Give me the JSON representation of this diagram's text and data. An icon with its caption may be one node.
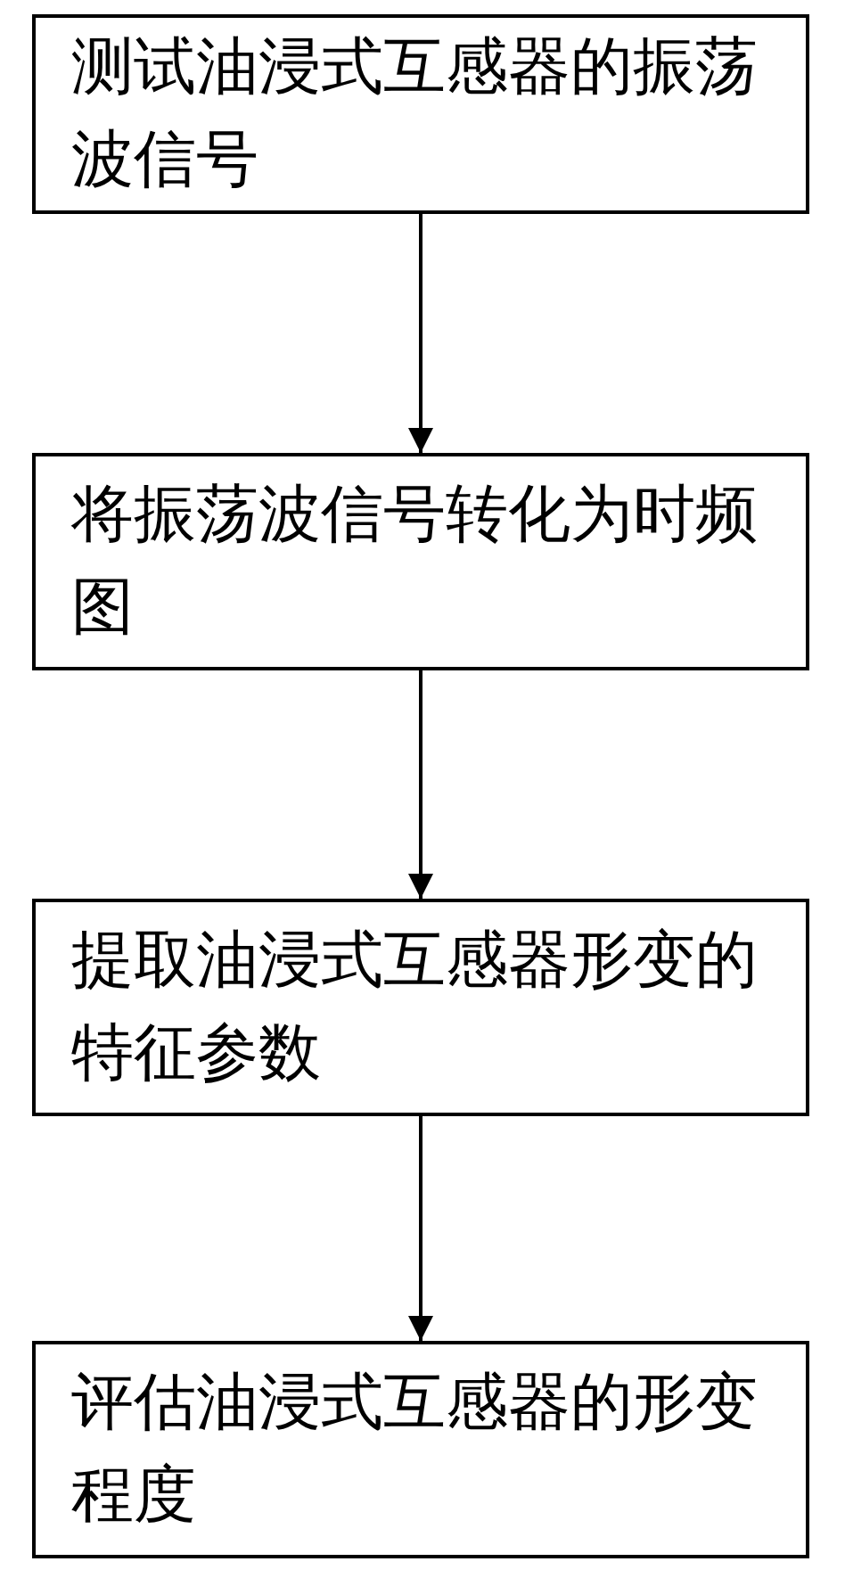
{
  "diagram": {
    "nodes": [
      {
        "text": [
          "测试油浸式互感器的振荡波信号"
        ]
      },
      {
        "text": [
          "将振荡波信号转化为时频图"
        ]
      },
      {
        "text": [
          "提取油浸式互感器形变的特征参数"
        ]
      },
      {
        "text": [
          "评估油浸式互感器的形变程度"
        ]
      }
    ],
    "edges": [
      {
        "from": 0,
        "to": 1,
        "arrow": "to"
      },
      {
        "from": 1,
        "to": 2,
        "arrow": "to"
      },
      {
        "from": 2,
        "to": 3,
        "arrow": "to"
      }
    ]
  }
}
